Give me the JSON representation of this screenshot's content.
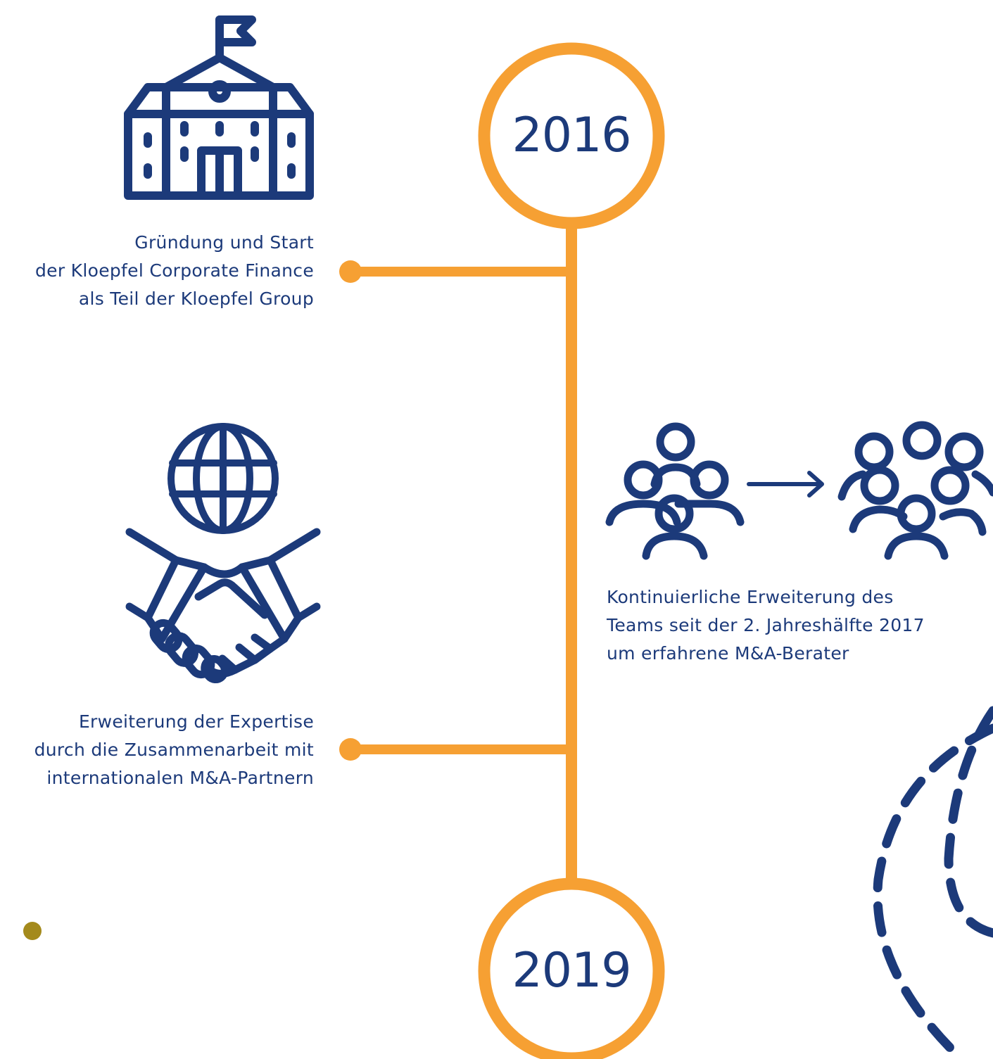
{
  "colors": {
    "accent": "#f6a033",
    "primary": "#1c3a7a",
    "dot": "#a48a1c"
  },
  "icons": {
    "school": "school-building-icon",
    "globe": "globe-icon",
    "handshake": "handshake-icon",
    "team_small": "small-team-icon",
    "arrow": "arrow-right-icon",
    "team_large": "large-team-icon",
    "path": "dashed-path-decoration"
  },
  "timeline": {
    "start_year": "2016",
    "end_year": "2019"
  },
  "milestones": [
    {
      "lines": [
        "Gründung und Start",
        "der Kloepfel Corporate Finance",
        "als Teil der Kloepfel Group"
      ]
    },
    {
      "lines": [
        "Kontinuierliche Erweiterung des",
        "Teams seit der 2. Jahreshälfte 2017",
        "um erfahrene M&A-Berater"
      ]
    },
    {
      "lines": [
        "Erweiterung der Expertise",
        "durch die Zusammenarbeit mit",
        "internationalen M&A-Partnern"
      ]
    }
  ]
}
